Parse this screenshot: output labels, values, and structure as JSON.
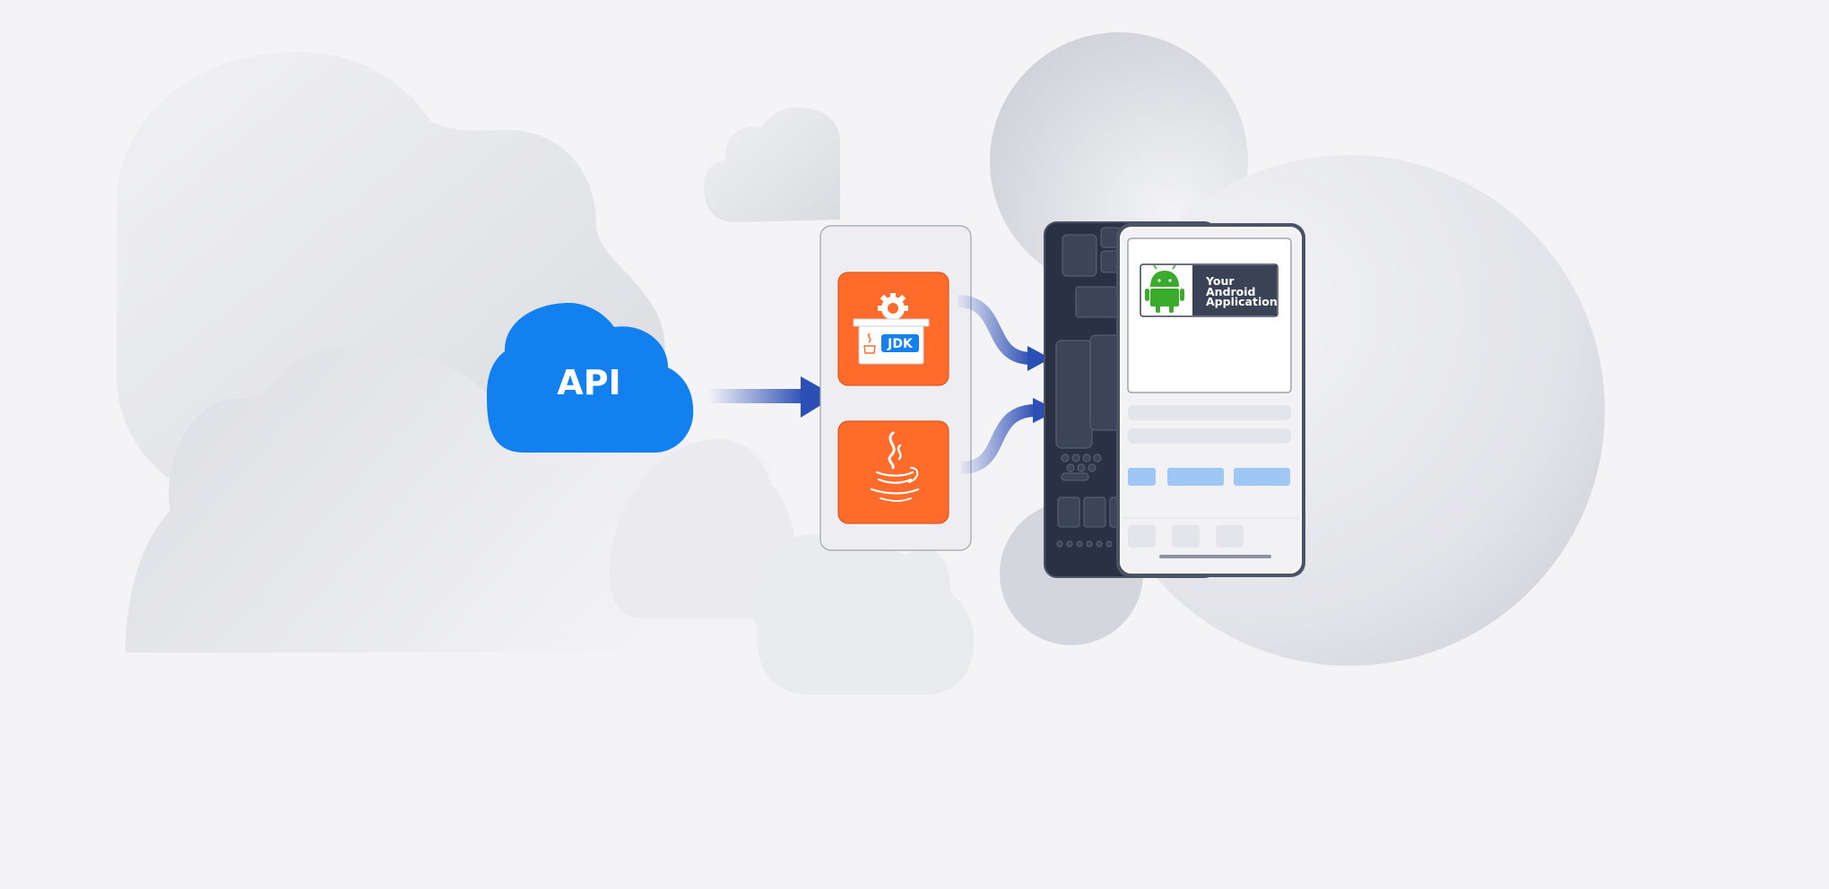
{
  "api_cloud": {
    "label": "API",
    "color": "#1380f0"
  },
  "jdk_card": {
    "badge": "JDK",
    "color": "#ff6b2b",
    "badge_color": "#1380f0"
  },
  "java_card": {
    "color": "#ff6b2b",
    "icon": "java-coffee-cup-icon"
  },
  "phone": {
    "app_tag": {
      "line1": "Your",
      "line2": "Android",
      "line3": "Application"
    },
    "android_color": "#3aab2a",
    "frame_color": "#2a3142"
  },
  "arrow_color": "#2c4fb5"
}
